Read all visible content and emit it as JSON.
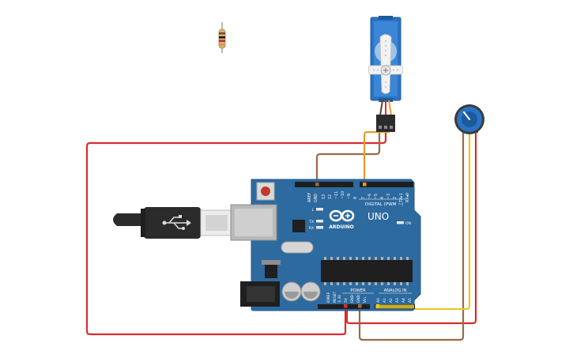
{
  "board": {
    "aref_label": "AREF",
    "gnd_label": "GND",
    "digital_pins": [
      "13",
      "12",
      "~11",
      "~10",
      "~9",
      "8",
      "7",
      "~6",
      "~5",
      "4",
      "~3",
      "2",
      "TX▸1",
      "RX◂0"
    ],
    "digital_header": "DIGITAL (PWM ~)",
    "logo_text": "ARDUINO",
    "model": "UNO",
    "led_l": "L",
    "led_tx": "TX",
    "led_rx": "RX",
    "led_on": "ON",
    "power_label": "POWER",
    "analog_label": "ANALOG IN",
    "power_pins": [
      "IOREF",
      "RESET",
      "3.3V",
      "5V",
      "GND",
      "GND",
      "Vin"
    ],
    "analog_pins": [
      "A0",
      "A1",
      "A2",
      "A3",
      "A4",
      "A5"
    ]
  },
  "colors": {
    "board": "#2d6a9f",
    "wire_red": "#d62e2e",
    "wire_brown": "#9a6a45",
    "wire_orange": "#e89a2c",
    "wire_yellow": "#e6c82a",
    "servo": "#2a73c4"
  },
  "components": [
    "usb-cable",
    "arduino-uno",
    "servo-motor",
    "potentiometer",
    "resistor"
  ]
}
